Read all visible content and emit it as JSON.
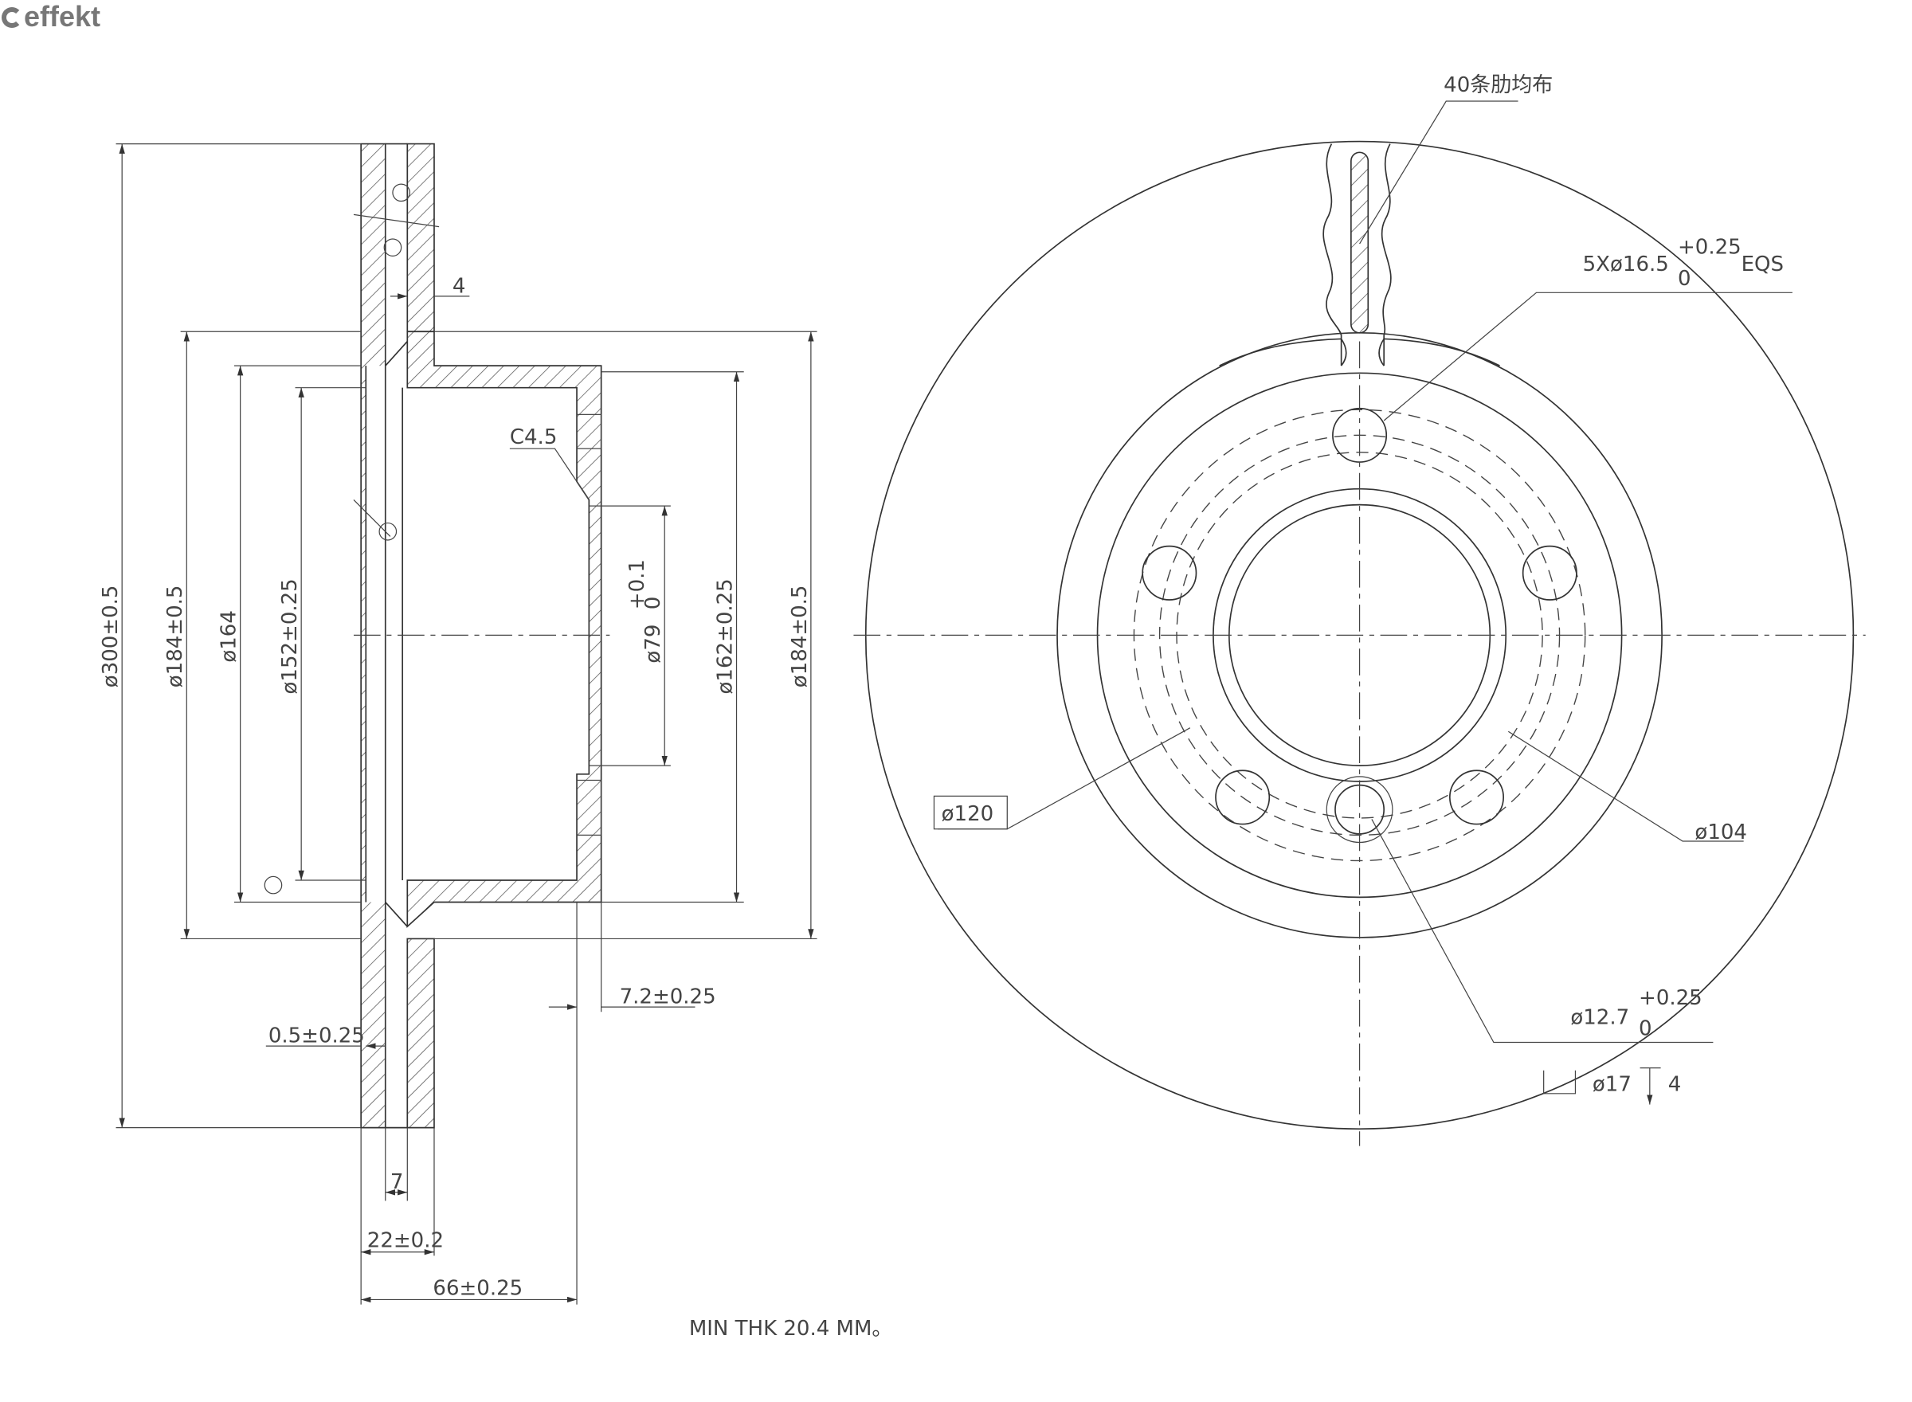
{
  "logo": {
    "text": "effekt"
  },
  "section_view": {
    "dims": {
      "d300": "ø300±0.5",
      "d184_left": "ø184±0.5",
      "d164": "ø164",
      "d152": "ø152±0.25",
      "d79": "ø79",
      "d79_tol_upper": "+0.1",
      "d79_tol_lower": "0",
      "d162": "ø162±0.25",
      "d184_right": "ø184±0.5",
      "t4": "4",
      "chamfer": "C4.5",
      "offset72": "7.2±0.25",
      "runout": "0.5±0.25",
      "vent7": "7",
      "thk22": "22±0.2",
      "height66": "66±0.25"
    },
    "note": "MIN THK 20.4 MM。"
  },
  "front_view": {
    "rib_note": "40条肋均布",
    "bolt_holes": "5Xø16.5",
    "bolt_tol_upper": "+0.25",
    "bolt_tol_lower": "0",
    "eqs": "EQS",
    "d120": "ø120",
    "d104": "ø104",
    "hole_d": "ø12.7",
    "hole_tol_upper": "+0.25",
    "hole_tol_lower": "0",
    "cbore_d": "ø17",
    "cbore_depth": "4"
  }
}
